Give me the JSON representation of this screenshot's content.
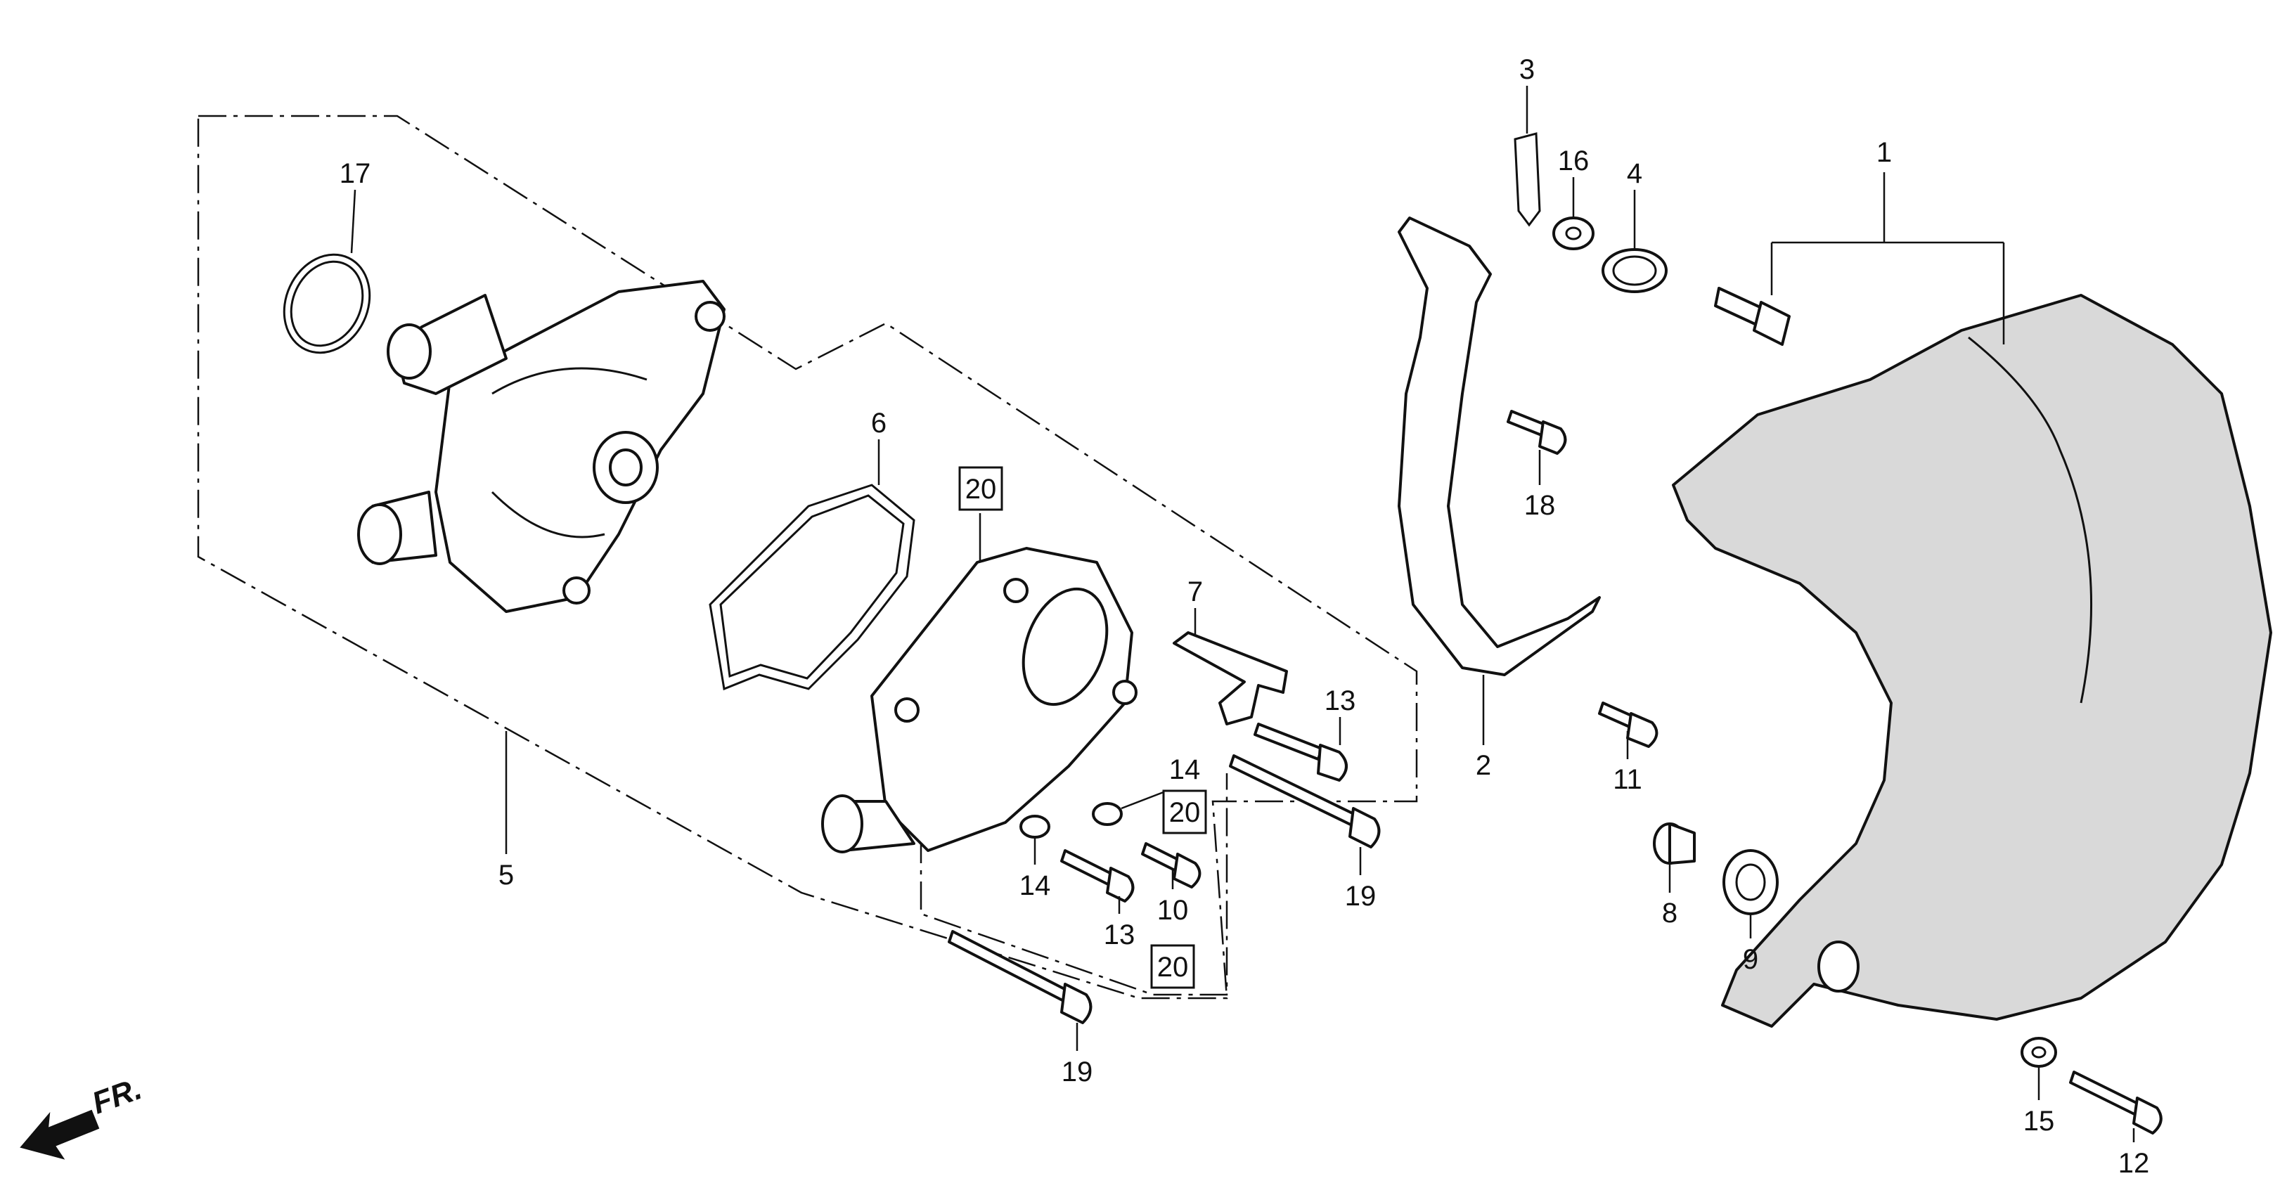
{
  "callouts": {
    "c1": "1",
    "c2": "2",
    "c3": "3",
    "c4": "4",
    "c5": "5",
    "c6": "6",
    "c7": "7",
    "c8": "8",
    "c9": "9",
    "c10": "10",
    "c11": "11",
    "c12": "12",
    "c13a": "13",
    "c13b": "13",
    "c14a": "14",
    "c14b": "14",
    "c15": "15",
    "c16": "16",
    "c17": "17",
    "c18": "18",
    "c19a": "19",
    "c19b": "19",
    "c20a": "20",
    "c20b": "20",
    "c20c": "20"
  },
  "direction": {
    "label": "FR."
  }
}
